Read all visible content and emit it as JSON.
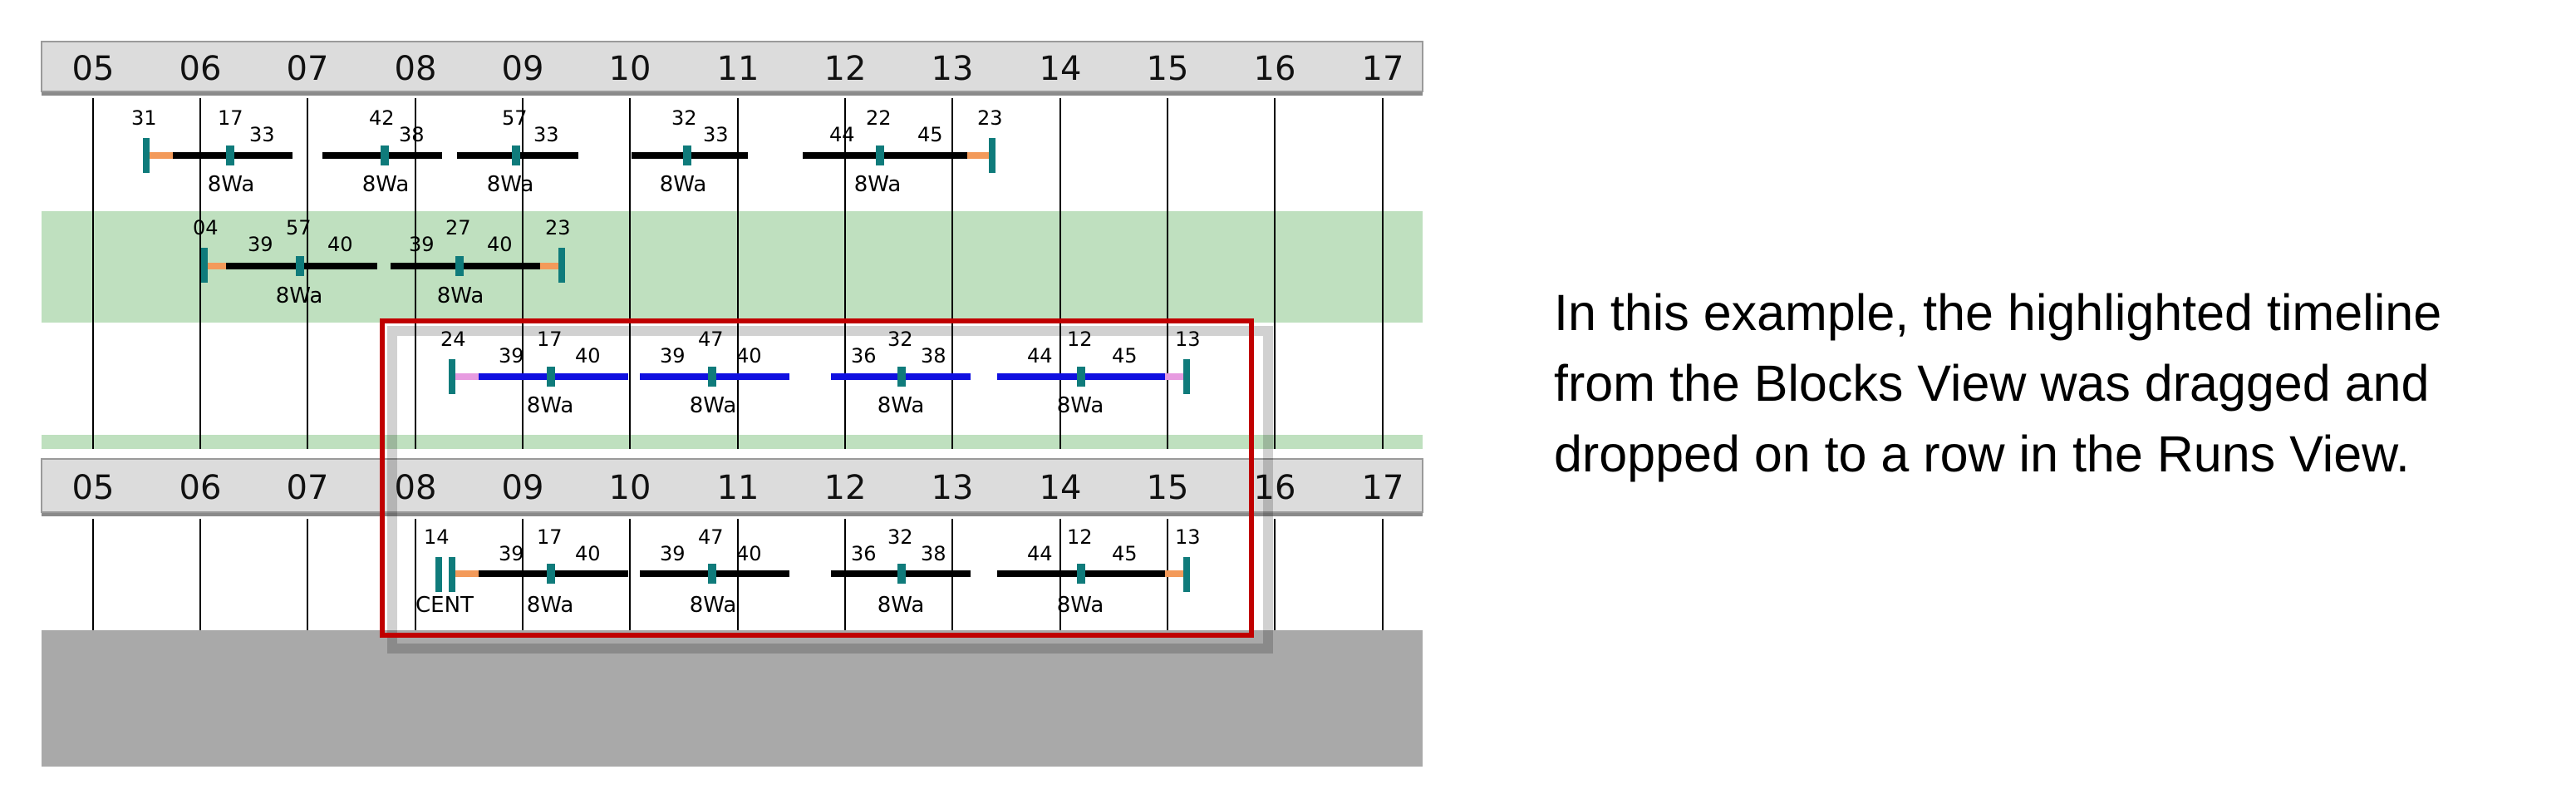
{
  "blocks_view": {
    "hours": [
      "05",
      "06",
      "07",
      "08",
      "09",
      "10",
      "11",
      "12",
      "13",
      "14",
      "15",
      "16",
      "17"
    ],
    "rows": [
      {
        "shade": false,
        "segments": [
          {
            "start": 31,
            "end": 33,
            "color": "black",
            "nums": [
              "31",
              "17",
              "33"
            ],
            "label": "8Wa"
          },
          {
            "start": 42,
            "end": 38,
            "color": "black",
            "nums": [
              "42",
              "38"
            ],
            "label": "8Wa"
          },
          {
            "start": 57,
            "end": 33,
            "color": "black",
            "nums": [
              "57",
              "33"
            ],
            "label": "8Wa"
          },
          {
            "start": 32,
            "end": 33,
            "color": "black",
            "nums": [
              "32",
              "33"
            ],
            "label": "8Wa"
          },
          {
            "start": 44,
            "end": 23,
            "color": "black",
            "nums": [
              "44",
              "22",
              "45",
              "23"
            ],
            "label": "8Wa"
          }
        ]
      },
      {
        "shade": true,
        "segments": [
          {
            "start": 4,
            "end": 40,
            "color": "black",
            "nums": [
              "04",
              "39",
              "57",
              "40"
            ],
            "label": "8Wa"
          },
          {
            "start": 39,
            "end": 23,
            "color": "black",
            "nums": [
              "39",
              "27",
              "40",
              "23"
            ],
            "label": "8Wa"
          }
        ]
      },
      {
        "shade": false,
        "segments": [
          {
            "start": 24,
            "end": 40,
            "color": "blue",
            "nums": [
              "24",
              "39",
              "17",
              "40"
            ],
            "label": "8Wa"
          },
          {
            "start": 39,
            "end": 40,
            "color": "blue",
            "nums": [
              "39",
              "47",
              "40"
            ],
            "label": "8Wa"
          },
          {
            "start": 36,
            "end": 38,
            "color": "blue",
            "nums": [
              "36",
              "32",
              "38"
            ],
            "label": "8Wa"
          },
          {
            "start": 44,
            "end": 13,
            "color": "blue",
            "nums": [
              "44",
              "12",
              "45",
              "13"
            ],
            "label": "8Wa"
          }
        ]
      }
    ]
  },
  "runs_view": {
    "hours": [
      "05",
      "06",
      "07",
      "08",
      "09",
      "10",
      "11",
      "12",
      "13",
      "14",
      "15",
      "16",
      "17"
    ],
    "row": {
      "segments": [
        {
          "color": "black",
          "nums": [
            "14",
            "39",
            "17",
            "40"
          ],
          "labels": [
            "CENT",
            "8Wa"
          ]
        },
        {
          "color": "black",
          "nums": [
            "39",
            "47",
            "40"
          ],
          "labels": [
            "8Wa"
          ]
        },
        {
          "color": "black",
          "nums": [
            "36",
            "32",
            "38"
          ],
          "labels": [
            "8Wa"
          ]
        },
        {
          "color": "black",
          "nums": [
            "44",
            "12",
            "45",
            "13"
          ],
          "labels": [
            "8Wa"
          ]
        }
      ]
    }
  },
  "caption": "In this example, the highlighted timeline from the Blocks View was dragged and dropped on to a row in the Runs View.",
  "colors": {
    "header_bg": "#dcdcdc",
    "row_shade": "#bfe0bf",
    "teal_marker": "#0f7b7b",
    "orange_stub": "#f39a5a",
    "pink_stub": "#e79be0",
    "blue_line": "#1010e0",
    "highlight_box": "#c00000",
    "empty_area": "#a9a9a9"
  }
}
